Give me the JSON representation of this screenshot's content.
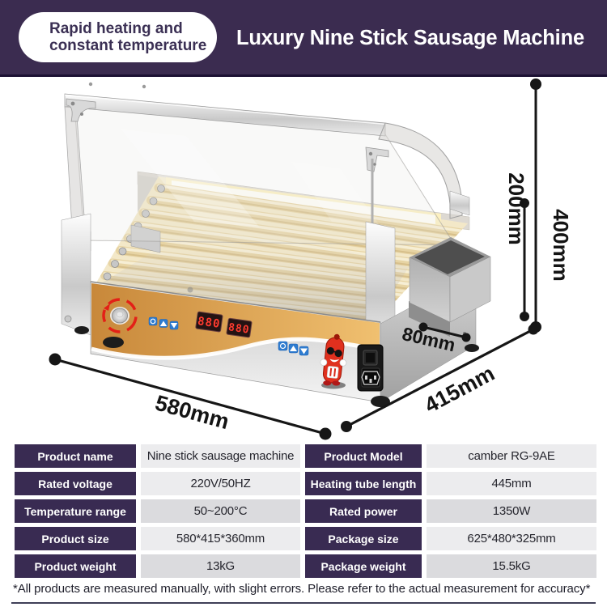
{
  "header": {
    "badge_line1": "Rapid heating and",
    "badge_line2": "constant temperature",
    "title": "Luxury Nine Stick Sausage Machine"
  },
  "machine": {
    "led_displays": [
      "880",
      "880"
    ],
    "controls": [
      {
        "icon": "power-icon"
      },
      {
        "icon": "up-arrow-icon"
      },
      {
        "icon": "down-arrow-icon"
      }
    ],
    "mascot": "sausage-mascot"
  },
  "dimensions": {
    "total_height": "400mm",
    "cover_height": "200mm",
    "drawer_width": "80mm",
    "machine_width": "580mm",
    "machine_depth": "415mm"
  },
  "spec_table": {
    "rows": [
      {
        "label1": "Product name",
        "value1": "Nine stick sausage machine",
        "label2": "Product Model",
        "value2": "camber RG-9AE"
      },
      {
        "label1": "Rated voltage",
        "value1": "220V/50HZ",
        "label2": "Heating tube length",
        "value2": "445mm"
      },
      {
        "label1": "Temperature range",
        "value1": "50~200°C",
        "label2": "Rated power",
        "value2": "1350W"
      },
      {
        "label1": "Product size",
        "value1": "580*415*360mm",
        "label2": "Package size",
        "value2": "625*480*325mm"
      },
      {
        "label1": "Product weight",
        "value1": "13kG",
        "label2": "Package weight",
        "value2": "15.5kG"
      }
    ]
  },
  "footer": {
    "note": "*All products are measured manually, with slight errors. Please refer to the actual measurement for accuracy*"
  },
  "colors": {
    "purple": "#3b2c50",
    "label-bg": "#392b52",
    "orange": "#d89a47",
    "led-red": "#ff3b2f",
    "button-blue": "#2e7cd0",
    "dial-red": "#e32017",
    "mascot-red": "#e0301e"
  }
}
